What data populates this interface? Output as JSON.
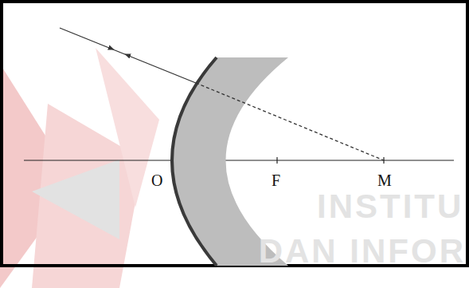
{
  "diagram": {
    "labels": [
      "O",
      "F",
      "M",
      "INSTITU",
      "DAN INFOR"
    ]
  }
}
